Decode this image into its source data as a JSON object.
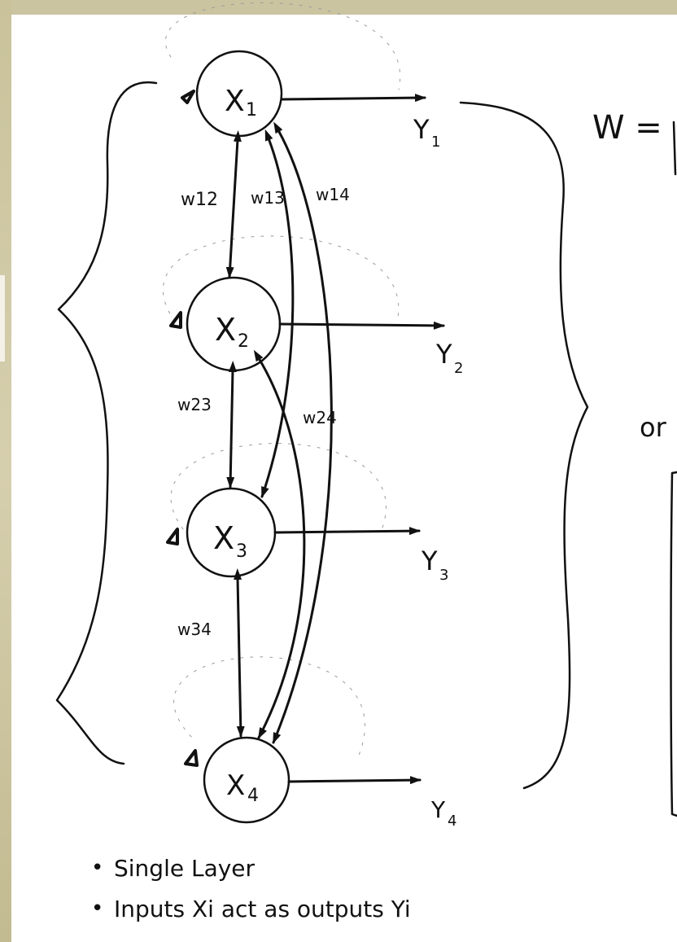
{
  "nodes": [
    {
      "id": "x1",
      "label": "X",
      "sub": "1"
    },
    {
      "id": "x2",
      "label": "X",
      "sub": "2"
    },
    {
      "id": "x3",
      "label": "X",
      "sub": "3"
    },
    {
      "id": "x4",
      "label": "X",
      "sub": "4"
    }
  ],
  "outputs": [
    {
      "label": "Y",
      "sub": "1"
    },
    {
      "label": "Y",
      "sub": "2"
    },
    {
      "label": "Y",
      "sub": "3"
    },
    {
      "label": "Y",
      "sub": "4"
    }
  ],
  "weights": [
    "w12",
    "w13",
    "w14",
    "w23",
    "w24",
    "w34"
  ],
  "weight_labels": {
    "w12": "w12",
    "w13": "w13",
    "w14": "w14",
    "w23": "w23",
    "w24": "w24",
    "w34": "w34"
  },
  "right_text": {
    "w_eq": "W =",
    "or": "or"
  },
  "notes": [
    "Single Layer",
    "Inputs Xi act as outputs Yi"
  ]
}
